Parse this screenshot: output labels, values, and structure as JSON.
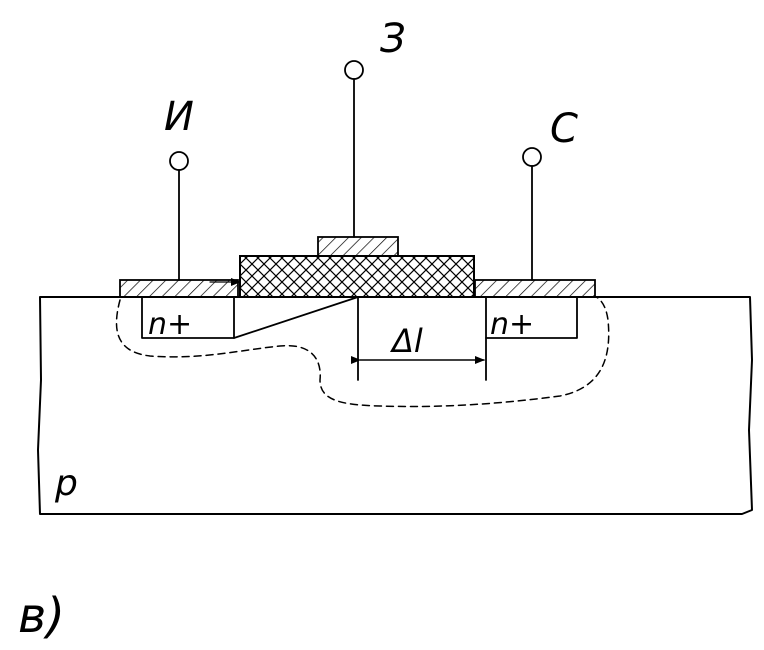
{
  "labels": {
    "source": "И",
    "gate": "З",
    "drain": "С",
    "source_region": "n+",
    "drain_region": "n+",
    "substrate": "p",
    "delta_length": "Δl",
    "figure_letter": "в)"
  },
  "colors": {
    "ink": "#000000",
    "paper": "#ffffff"
  }
}
